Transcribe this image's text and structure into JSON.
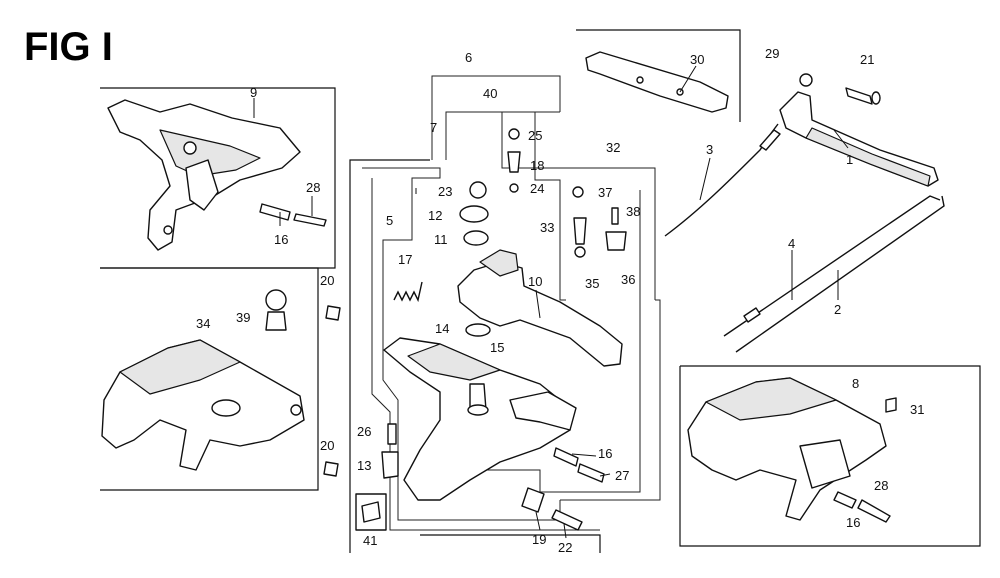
{
  "figure": {
    "title": "FIG I"
  },
  "callouts": {
    "c1": "1",
    "c2": "2",
    "c3": "3",
    "c4": "4",
    "c5": "5",
    "c6": "6",
    "c7": "7",
    "c8": "8",
    "c9": "9",
    "c10": "10",
    "c11": "11",
    "c12": "12",
    "c13": "13",
    "c14": "14",
    "c15": "15",
    "c16a": "16",
    "c16b": "16",
    "c16c": "16",
    "c17": "17",
    "c18": "18",
    "c19": "19",
    "c20a": "20",
    "c20b": "20",
    "c21": "21",
    "c22": "22",
    "c23": "23",
    "c24": "24",
    "c25": "25",
    "c26": "26",
    "c27": "27",
    "c28a": "28",
    "c28b": "28",
    "c29": "29",
    "c30": "30",
    "c31": "31",
    "c32": "32",
    "c33": "33",
    "c34": "34",
    "c35": "35",
    "c36": "36",
    "c37": "37",
    "c38": "38",
    "c39": "39",
    "c40": "40",
    "c41": "41"
  }
}
